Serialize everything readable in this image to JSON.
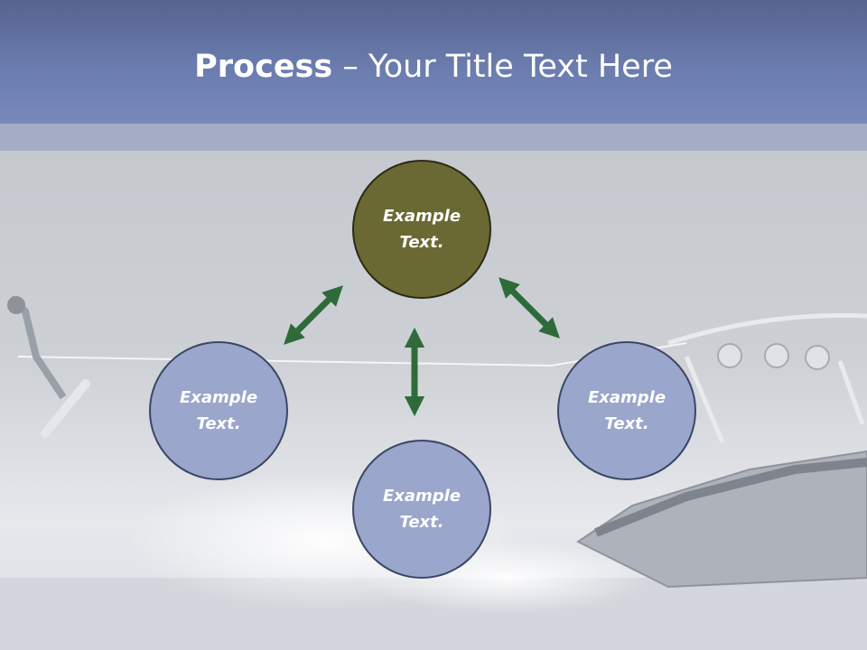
{
  "slide": {
    "title_bold": "Process",
    "title_rest": " – Your Title Text Here"
  },
  "diagram": {
    "center": {
      "label": "Example\nText.",
      "color": "#6b6933"
    },
    "left": {
      "label": "Example\nText."
    },
    "right": {
      "label": "Example\nText."
    },
    "bottom": {
      "label": "Example\nText."
    },
    "satellite_color": "#9aa6cb",
    "arrow_color": "#2f6b3a",
    "arrows": [
      "left-diagonal-arrow",
      "right-diagonal-arrow",
      "vertical-arrow"
    ]
  },
  "colors": {
    "title_bar": "#6b7cae",
    "background": "#c9ccd3"
  }
}
